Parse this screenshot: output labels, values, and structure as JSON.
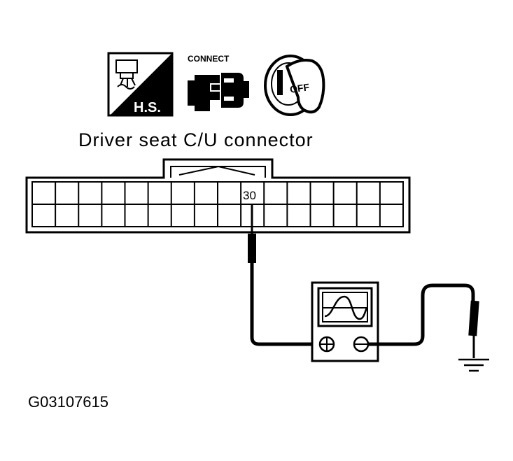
{
  "icons": [
    {
      "name": "harness-sign-icon",
      "text": "H.S."
    },
    {
      "name": "connect-icon",
      "text": "CONNECT"
    },
    {
      "name": "ignition-key-off-icon",
      "text": "OFF"
    }
  ],
  "connector": {
    "title": "Driver seat C/U connector",
    "terminal": "30"
  },
  "instrument": {
    "name": "oscilloscope-icon"
  },
  "figure_code": "G03107615"
}
